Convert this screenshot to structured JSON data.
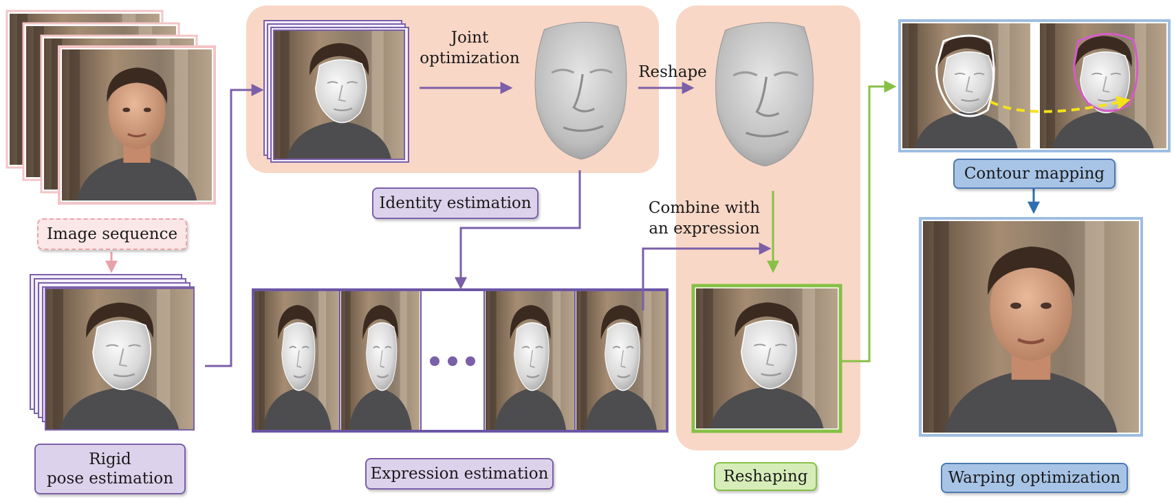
{
  "labels": {
    "image_sequence": "Image sequence",
    "rigid_pose": "Rigid\npose estimation",
    "identity": "Identity estimation",
    "expression": "Expression estimation",
    "reshaping": "Reshaping",
    "contour": "Contour mapping",
    "warping": "Warping optimization"
  },
  "annotations": {
    "joint": "Joint\noptimization",
    "reshape": "Reshape",
    "combine": "Combine with\nan expression"
  },
  "colors": {
    "purple": "#7b5fa8",
    "blue": "#2e6fae",
    "green": "#86c046",
    "pink": "#e8a3a8",
    "panel": "#f9d7c6",
    "yellow": "#f5e21a",
    "magenta": "#d55bc8"
  }
}
